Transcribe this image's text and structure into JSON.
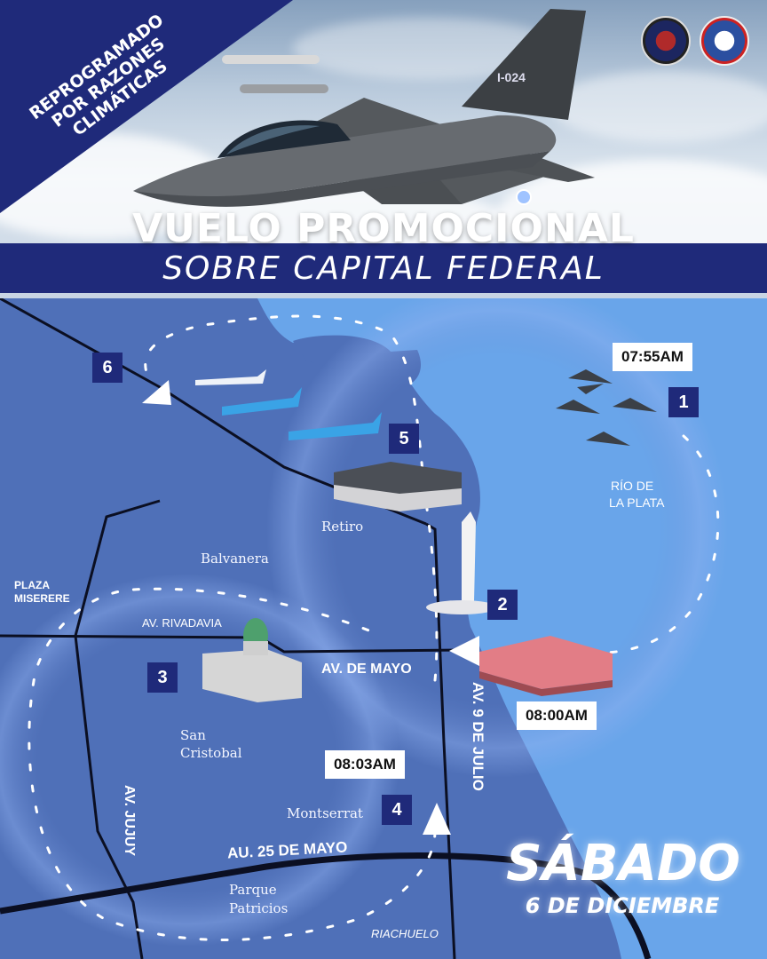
{
  "banner": {
    "lines": [
      "REPROGRAMADO",
      "POR RAZONES",
      "CLIMÁTICAS"
    ]
  },
  "title": {
    "main": "VUELO PROMOCIONAL",
    "sub": "SOBRE CAPITAL FEDERAL"
  },
  "aircraft_tail_code": "I-024",
  "map": {
    "river": {
      "line1": "RÍO DE",
      "line2": "LA PLATA"
    },
    "neighborhoods": [
      "Retiro",
      "Balvanera",
      "San",
      "Cristobal",
      "Montserrat",
      "Parque",
      "Patricios"
    ],
    "plaza": {
      "line1": "PLAZA",
      "line2": "MISERERE"
    },
    "roads": {
      "rivadavia": "AV. RIVADAVIA",
      "de_mayo": "AV. DE MAYO",
      "nueve_de_julio": "AV. 9 DE JULIO",
      "jujuy": "AV. JUJUY",
      "autopista": "AU. 25 DE MAYO",
      "riachuelo": "RIACHUELO"
    },
    "waypoints": [
      "1",
      "2",
      "3",
      "4",
      "5",
      "6"
    ],
    "times": {
      "t1": "07:55AM",
      "t2": "08:00AM",
      "t3": "08:03AM"
    }
  },
  "date": {
    "day": "SÁBADO",
    "rest": "6 DE DICIEMBRE"
  },
  "colors": {
    "navy": "#1f2a7a",
    "map_land": "#4e6fb8",
    "river": "#6aa6ea",
    "white": "#ffffff"
  }
}
